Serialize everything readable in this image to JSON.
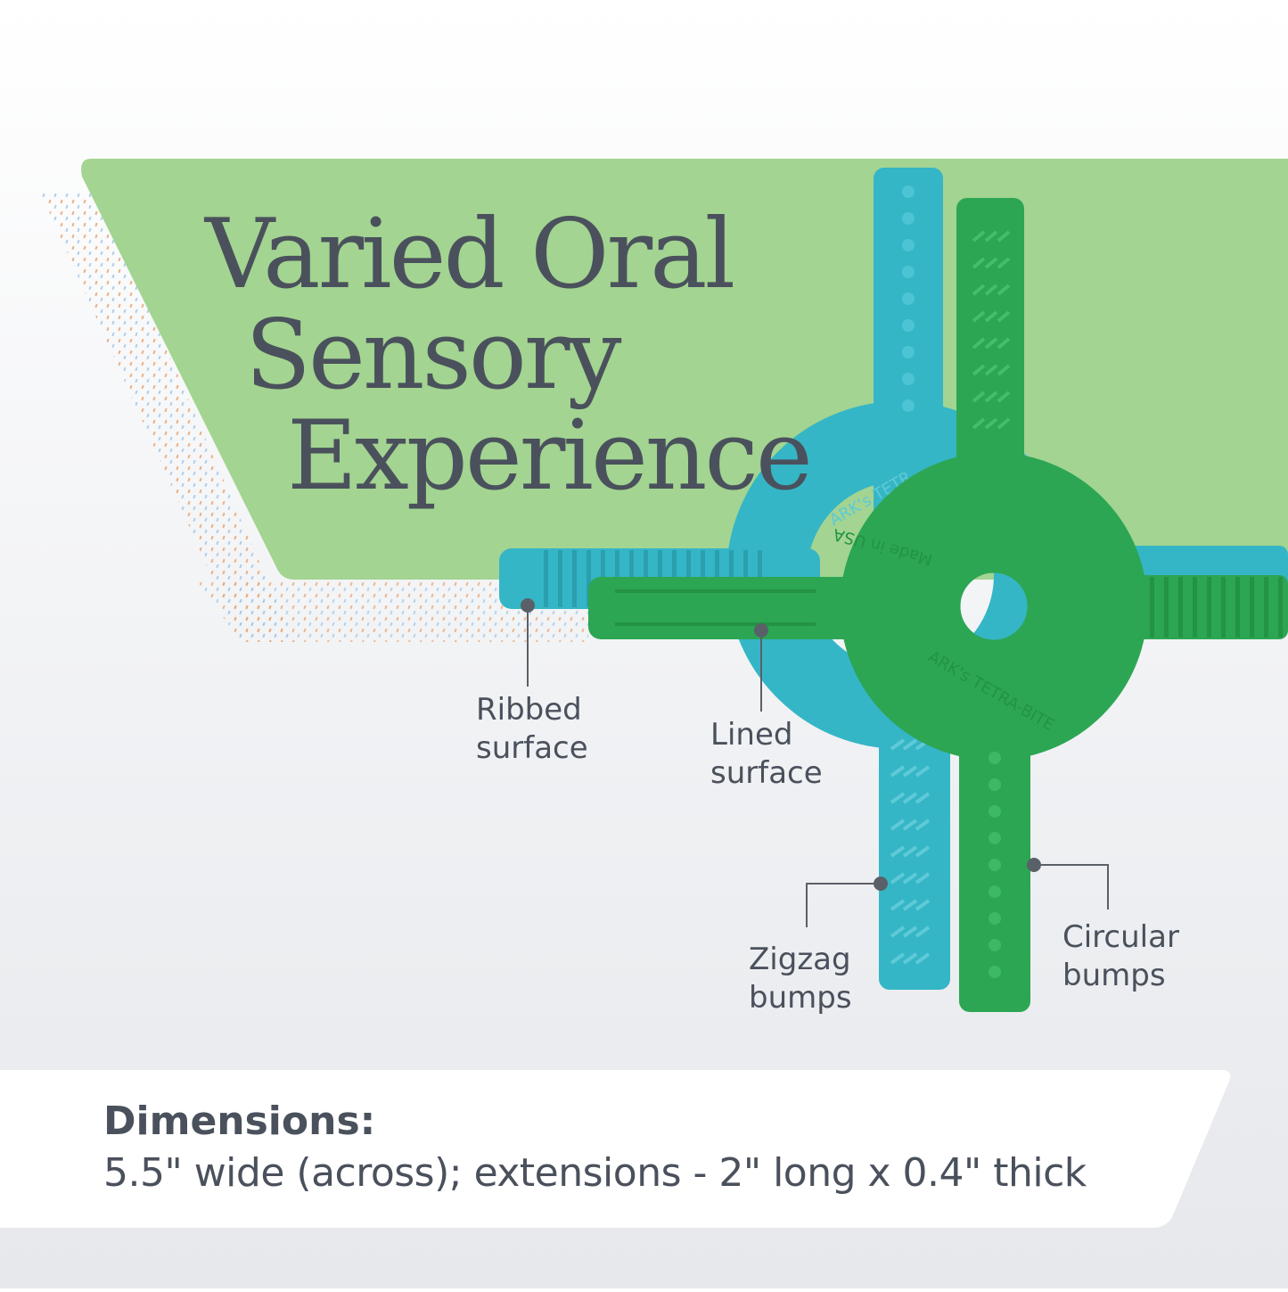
{
  "headline": {
    "line1": "Varied Oral",
    "line2": "Sensory",
    "line3": "Experience"
  },
  "toy": {
    "engraving_teal": "ARK's TETR",
    "engraving_green_top": "Made in USA",
    "engraving_green_bottom": "ARK's TETRA-BITE"
  },
  "callouts": [
    {
      "line1": "Ribbed",
      "line2": "surface"
    },
    {
      "line1": "Lined",
      "line2": "surface"
    },
    {
      "line1": "Zigzag",
      "line2": "bumps"
    },
    {
      "line1": "Circular",
      "line2": "bumps"
    }
  ],
  "dimensions": {
    "title": "Dimensions:",
    "text": "5.5\" wide (across); extensions - 2\" long x 0.4\" thick"
  },
  "colors": {
    "banner_green": "#a3d491",
    "teal": "#35b6c6",
    "green": "#2ca653",
    "text": "#4a515c"
  }
}
